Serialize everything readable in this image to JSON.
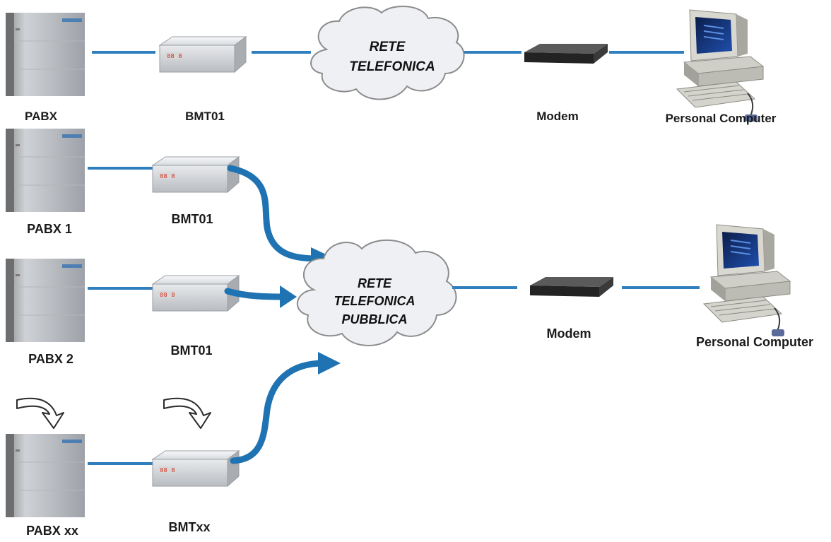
{
  "top_row": {
    "pabx": "PABX",
    "bmt": "BMT01",
    "network": [
      "RETE",
      "TELEFONICA"
    ],
    "modem": "Modem",
    "pc": "Personal Computer"
  },
  "bottom_section": {
    "pabx": [
      "PABX 1",
      "PABX 2",
      "PABX xx"
    ],
    "bmt": [
      "BMT01",
      "BMT01",
      "BMTxx"
    ],
    "network": [
      "RETE",
      "TELEFONICA",
      "PUBBLICA"
    ],
    "modem": "Modem",
    "pc": "Personal Computer"
  },
  "colors": {
    "line": "#2f7fbf",
    "arrow": "#1f73b2",
    "cloud_fill": "#eef0f4",
    "cloud_stroke": "#8c8c8c"
  }
}
